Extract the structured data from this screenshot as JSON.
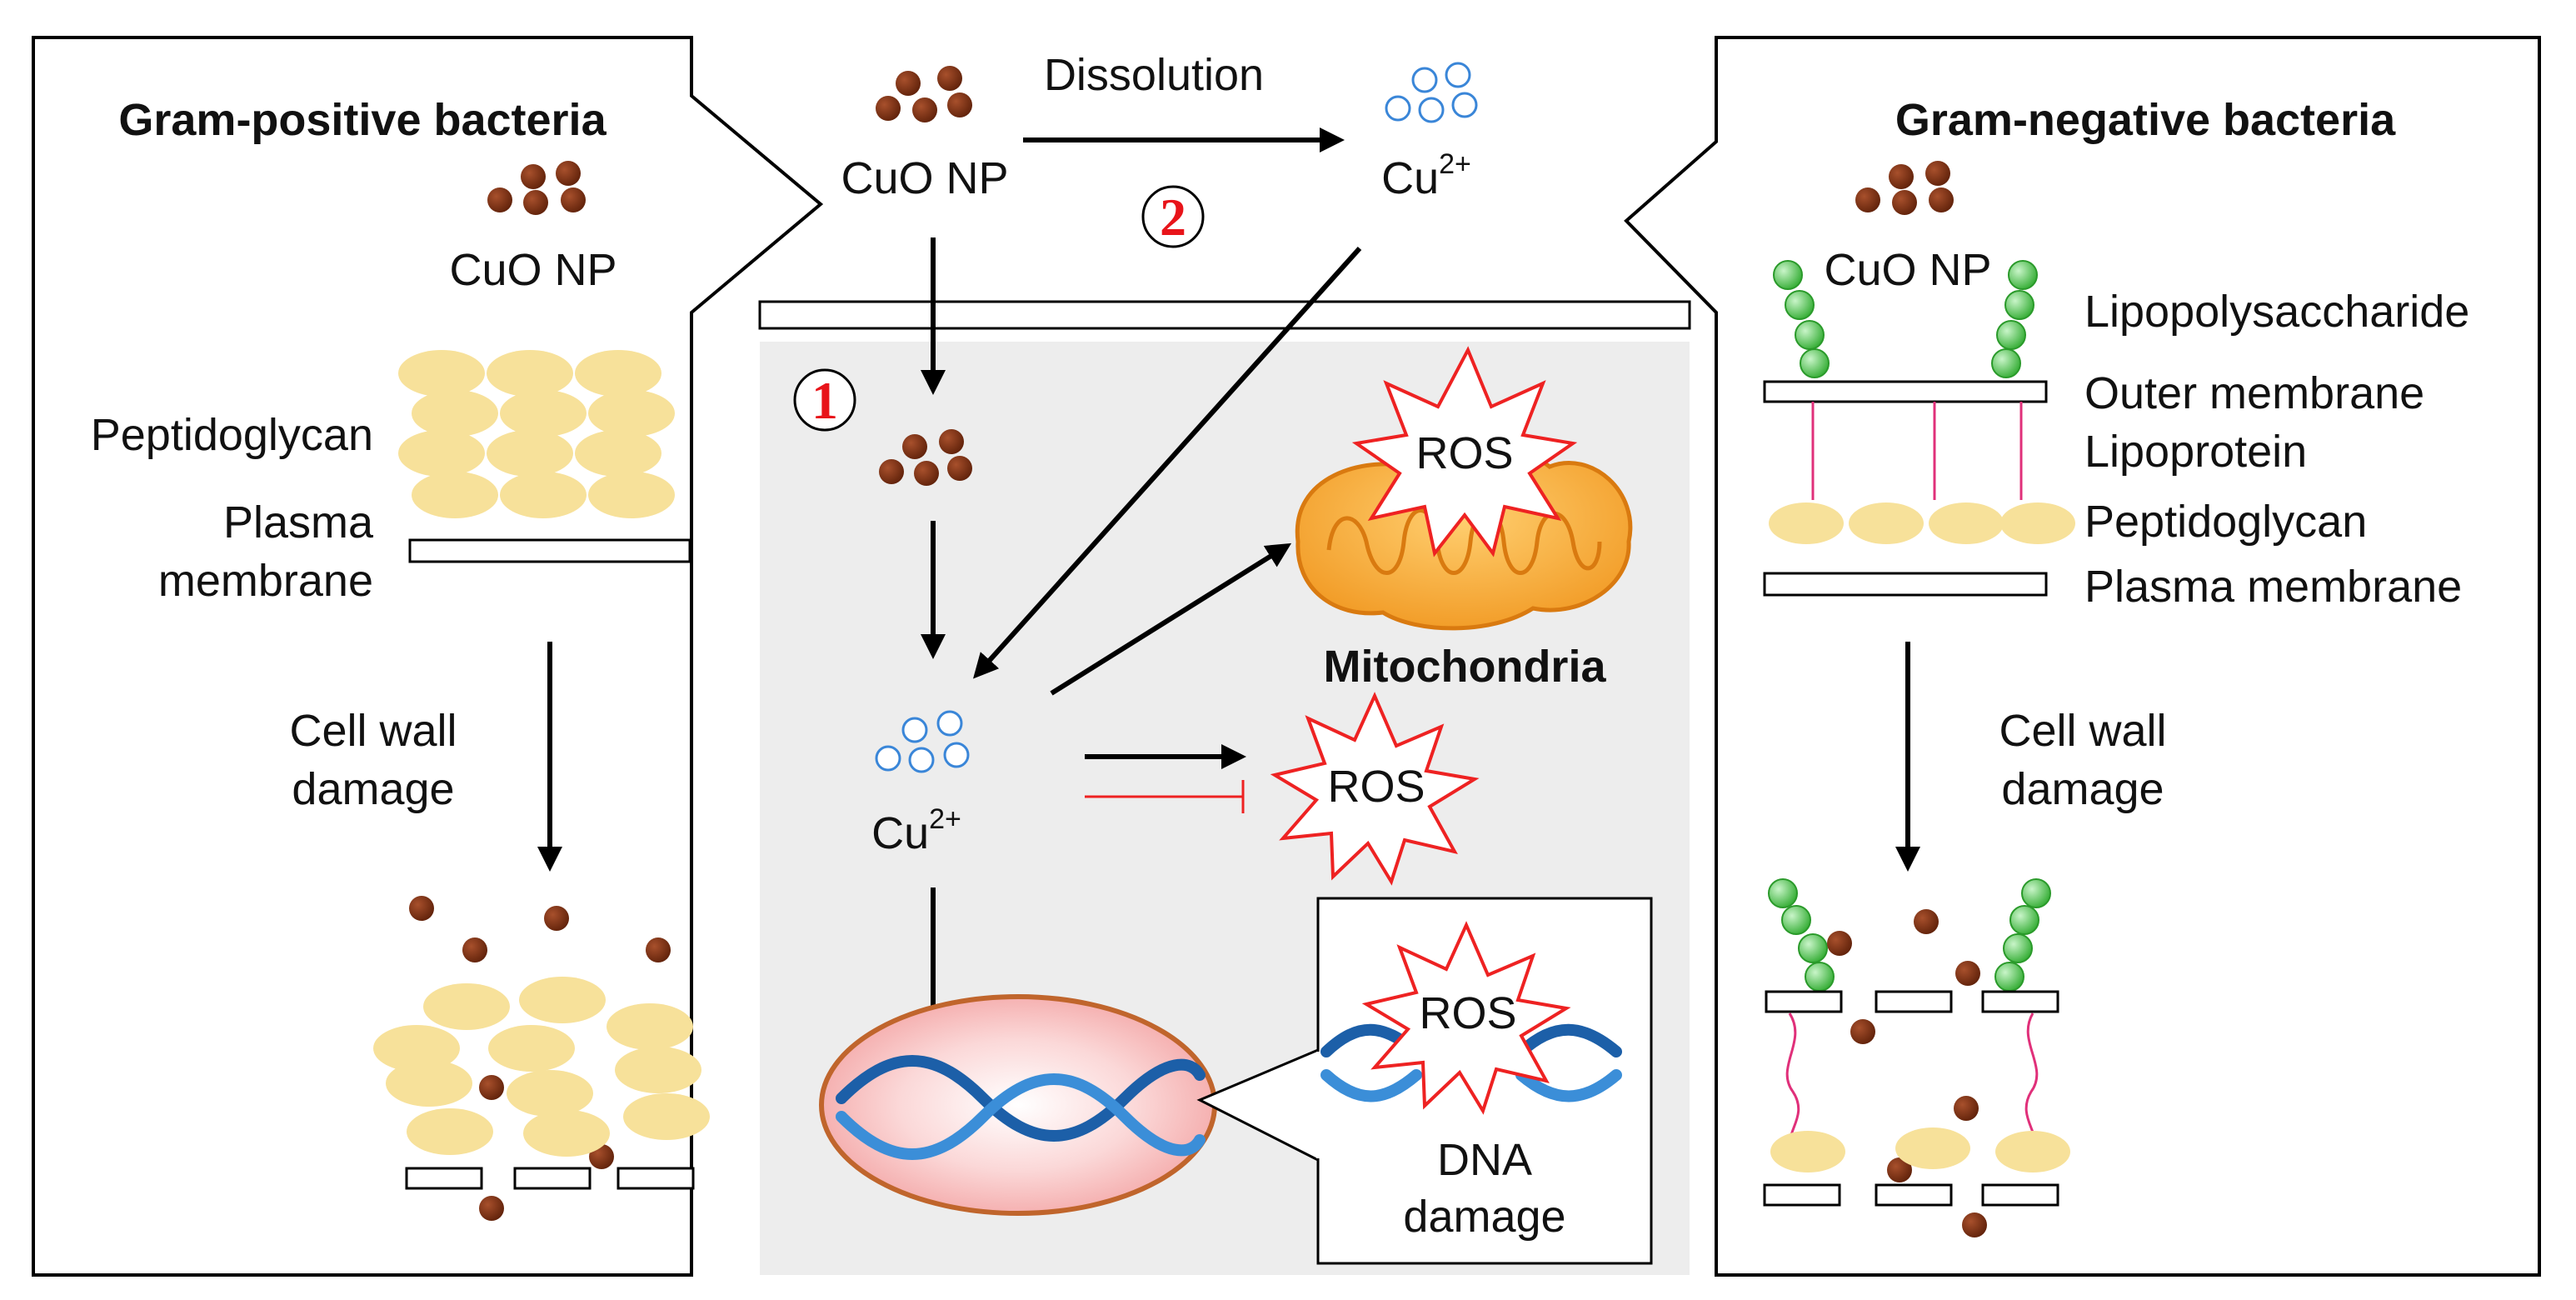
{
  "left_panel": {
    "title": "Gram-positive bacteria",
    "np_label": "CuO NP",
    "peptidoglycan_label": "Peptidoglycan",
    "plasma_label_line1": "Plasma",
    "plasma_label_line2": "membrane",
    "damage_line1": "Cell wall",
    "damage_line2": "damage"
  },
  "center": {
    "np_label": "CuO NP",
    "dissolution_label": "Dissolution",
    "ion_label": "Cu",
    "ion_sup": "2+",
    "pathway_1": "1",
    "pathway_2": "2",
    "inner_ion_label": "Cu",
    "inner_ion_sup": "2+",
    "ros_mito": "ROS",
    "ros_free": "ROS",
    "ros_dna": "ROS",
    "mitochondria_label": "Mitochondria",
    "dna_damage_line1": "DNA",
    "dna_damage_line2": "damage"
  },
  "right_panel": {
    "title": "Gram-negative bacteria",
    "np_label": "CuO NP",
    "lps_label": "Lipopolysaccharide",
    "outer_membrane_label": "Outer membrane",
    "lipoprotein_label": "Lipoprotein",
    "peptidoglycan_label": "Peptidoglycan",
    "plasma_membrane_label": "Plasma membrane",
    "damage_line1": "Cell wall",
    "damage_line2": "damage"
  },
  "colors": {
    "nanoparticle": "#7a2e12",
    "ion_outline": "#3a86d8",
    "peptidoglycan": "#f7e19a",
    "lps_bead": "#3cc23c",
    "lipoprotein": "#e0307a",
    "ros_star_stroke": "#ee2222",
    "pathway_number": "#e8141a",
    "cell_interior": "#ededed",
    "mitochondria": "#f5a52a",
    "nucleus": "#f7b5b5",
    "dna": "#1c5fa8"
  }
}
